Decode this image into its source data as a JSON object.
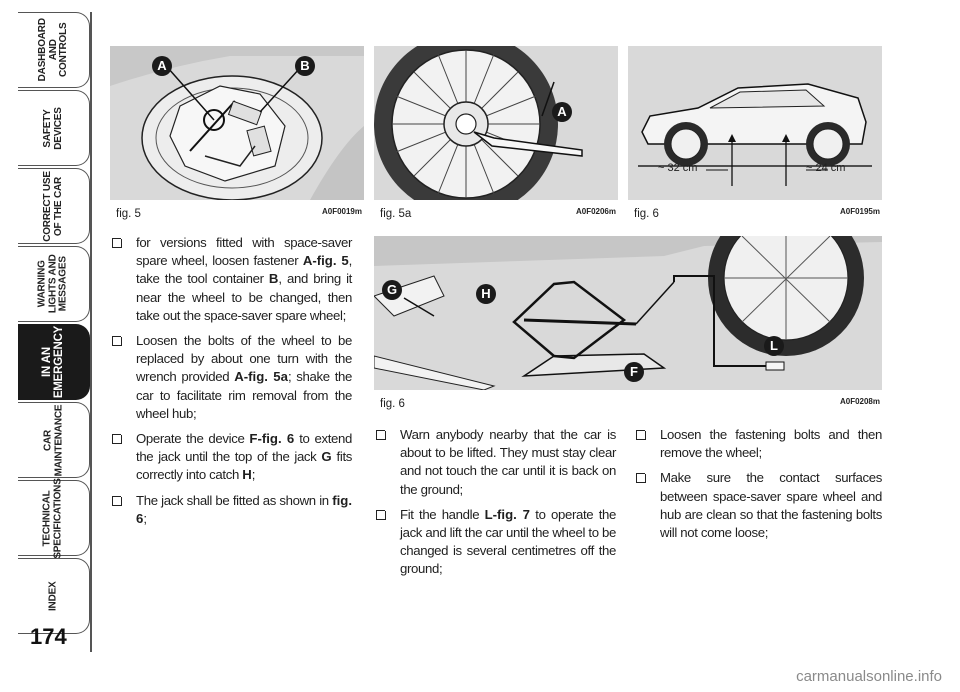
{
  "sidebar": {
    "tabs": [
      {
        "label": "DASHBOARD\nAND\nCONTROLS",
        "active": false
      },
      {
        "label": "SAFETY\nDEVICES",
        "active": false
      },
      {
        "label": "CORRECT USE\nOF THE CAR",
        "active": false
      },
      {
        "label": "WARNING\nLIGHTS AND\nMESSAGES",
        "active": false
      },
      {
        "label": "IN AN\nEMERGENCY",
        "active": true
      },
      {
        "label": "CAR\nMAINTENANCE",
        "active": false
      },
      {
        "label": "TECHNICAL\nSPECIFICATIONS",
        "active": false
      },
      {
        "label": "INDEX",
        "active": false
      }
    ],
    "page_number": "174"
  },
  "figures": {
    "fig5": {
      "caption": "fig. 5",
      "code": "A0F0019m",
      "labels": {
        "a": "A",
        "b": "B"
      }
    },
    "fig5a": {
      "caption": "fig. 5a",
      "code": "A0F0206m",
      "labels": {
        "a": "A"
      }
    },
    "fig6_car": {
      "caption": "fig. 6",
      "code": "A0F0195m",
      "front_dist": "~ 32 cm",
      "rear_dist": "~ 24 cm"
    },
    "fig6_jack": {
      "caption": "fig. 6",
      "code": "A0F0208m",
      "labels": {
        "g": "G",
        "h": "H",
        "f": "F",
        "l": "L"
      }
    }
  },
  "col1": [
    {
      "parts": [
        "for versions fitted with space-saver spare wheel, loosen fastener ",
        "A-fig. 5",
        ", take the tool container ",
        "B",
        ", and bring it near the wheel to be changed, then take out the space-saver spare wheel;"
      ]
    },
    {
      "parts": [
        "Loosen the bolts of the wheel to be replaced by about one turn with the wrench provided ",
        "A-fig. 5a",
        "; shake the car to facilitate rim removal from the wheel hub;"
      ]
    },
    {
      "parts": [
        "Operate the device ",
        "F-fig. 6",
        " to extend the jack until the top of the jack ",
        "G",
        " fits correctly into catch ",
        "H",
        ";"
      ]
    },
    {
      "parts": [
        "The jack shall be fitted as shown in ",
        "fig. 6",
        ";"
      ]
    }
  ],
  "col2": [
    {
      "parts": [
        "Warn anybody nearby that the car is about to be lifted. They must stay clear and not touch the car until it is back on the ground;"
      ]
    },
    {
      "parts": [
        "Fit the handle ",
        "L-fig. 7",
        " to operate the jack and lift the car until the wheel to be changed is several centimetres off the ground;"
      ]
    }
  ],
  "col3": [
    {
      "parts": [
        "Loosen the fastening bolts and then remove the wheel;"
      ]
    },
    {
      "parts": [
        "Make sure the contact surfaces between space-saver spare wheel and hub are clean so that the fastening bolts will not come loose;"
      ]
    }
  ],
  "footer": {
    "watermark": "carmanualsonline.info"
  }
}
